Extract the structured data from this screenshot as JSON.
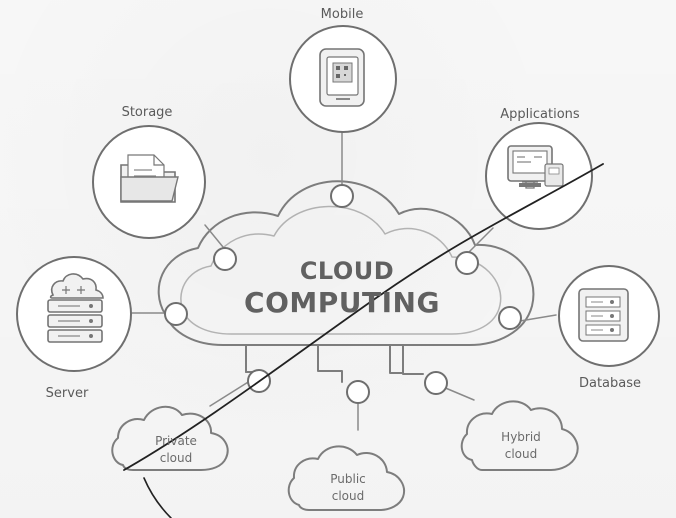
{
  "diagram": {
    "center_title_1": "CLOUD",
    "center_title_2": "COMPUTING",
    "mobile_label": "Mobile",
    "storage_label": "Storage",
    "applications_label": "Applications",
    "server_label": "Server",
    "database_label": "Database",
    "private_cloud_label_1": "Private",
    "private_cloud_label_2": "cloud",
    "public_cloud_label_1": "Public",
    "public_cloud_label_2": "cloud",
    "hybrid_cloud_label_1": "Hybrid",
    "hybrid_cloud_label_2": "cloud",
    "icons": [
      "mobile-qr-icon",
      "folder-document-icon",
      "desktop-app-icon",
      "server-cloud-icon",
      "database-icon",
      "private-cloud-icon",
      "public-cloud-icon",
      "hybrid-cloud-icon"
    ]
  }
}
